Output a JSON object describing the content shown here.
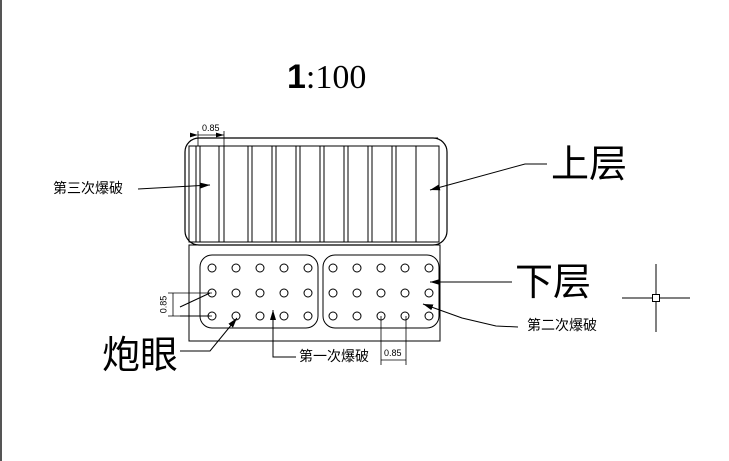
{
  "drawing": {
    "scale_label": {
      "prefix": "1",
      "suffix": ":100"
    },
    "upper_layer_label": "上层",
    "lower_layer_label": "下层",
    "blasthole_label": "炮眼",
    "third_blast_label": "第三次爆破",
    "second_blast_label": "第二次爆破",
    "first_blast_label": "第一次爆破",
    "dimension_top": "0.85",
    "dimension_left": "0.85",
    "dimension_bottom": "0.85",
    "hole_grid": {
      "groups": 2,
      "rows": 3,
      "cols_per_group": 5
    },
    "line_color": "#000000"
  }
}
